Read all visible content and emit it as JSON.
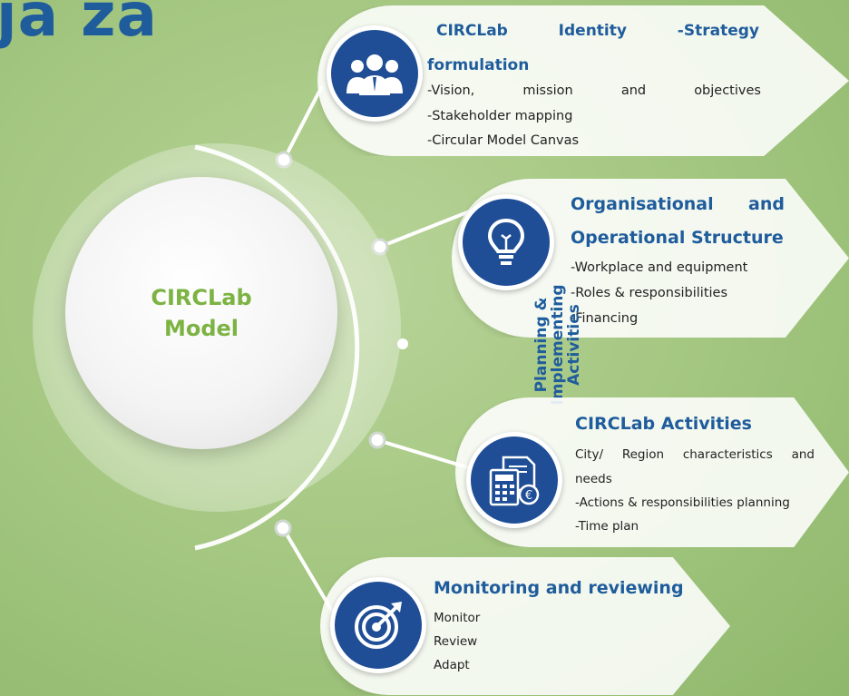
{
  "heading_fragment": "ja za",
  "center": {
    "line1": "CIRCLab",
    "line2": "Model"
  },
  "vertical_label": {
    "line1": "Planning &",
    "line2": "Implementing",
    "line3": "Activities"
  },
  "cards": [
    {
      "icon": "team-icon",
      "title_parts": [
        "CIRCLab",
        "Identity",
        "-Strategy"
      ],
      "title_line2": "formulation",
      "items": [
        "-Stakeholder mapping",
        "-Circular Model Canvas"
      ],
      "justified": [
        "-Vision,",
        "mission",
        "and",
        "objectives"
      ]
    },
    {
      "icon": "lightbulb-icon",
      "title_parts": [
        "Organisational",
        "and"
      ],
      "title_line2": "Operational Structure",
      "items": [
        "-Workplace and equipment",
        "-Roles & responsibilities",
        "-Financing"
      ]
    },
    {
      "icon": "calculator-icon",
      "title": "CIRCLab Activities",
      "justified": [
        "City/",
        "Region",
        "characteristics",
        "and"
      ],
      "items": [
        "needs",
        "-Actions & responsibilities planning",
        "-Time plan"
      ]
    },
    {
      "icon": "target-icon",
      "title": "Monitoring and reviewing",
      "items": [
        "Monitor",
        "Review",
        "Adapt"
      ]
    }
  ],
  "colors": {
    "navy": "#1f4e96",
    "title_blue": "#1f5c9c",
    "green_text": "#7cb342"
  }
}
